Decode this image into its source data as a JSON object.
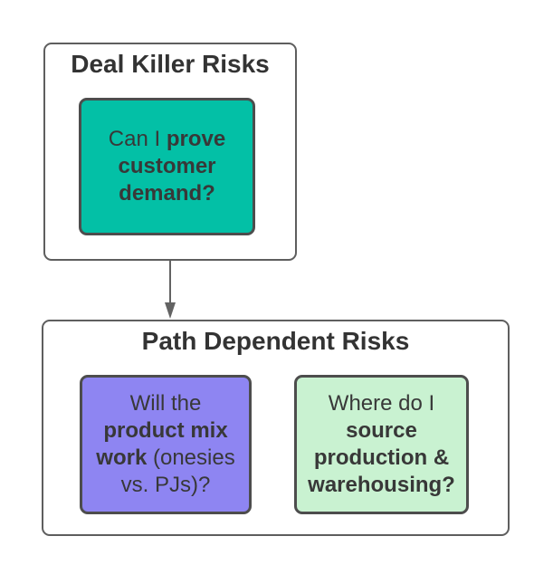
{
  "page": {
    "background": "#ffffff"
  },
  "colors": {
    "group_border": "#5e5e5e",
    "group_fill": "#ffffff",
    "node_border": "#4d4d4d",
    "title_text": "#333333",
    "node_text": "#383838",
    "arrow": "#636363",
    "teal_fill": "#03c0a6",
    "purple_fill": "#8e85f2",
    "green_fill": "#c9f2d1"
  },
  "groups": [
    {
      "title": "Deal Killer Risks",
      "nodes": [
        {
          "name": "prove-customer-demand",
          "fill": "#03c0a6",
          "segments": [
            {
              "text": "Can I ",
              "bold": false
            },
            {
              "text": "prove customer demand?",
              "bold": true
            }
          ]
        }
      ]
    },
    {
      "title": "Path Dependent Risks",
      "nodes": [
        {
          "name": "product-mix-work",
          "fill": "#8e85f2",
          "segments": [
            {
              "text": "Will the ",
              "bold": false
            },
            {
              "text": "product mix work",
              "bold": true
            },
            {
              "text": " (onesies vs. PJs)?",
              "bold": false
            }
          ]
        },
        {
          "name": "source-production-warehousing",
          "fill": "#c9f2d1",
          "segments": [
            {
              "text": "Where do I ",
              "bold": false
            },
            {
              "text": "source production & warehousing?",
              "bold": true
            }
          ]
        }
      ]
    }
  ],
  "connector": {
    "from": "Deal Killer Risks",
    "to": "Path Dependent Risks",
    "style": "arrow-down"
  }
}
